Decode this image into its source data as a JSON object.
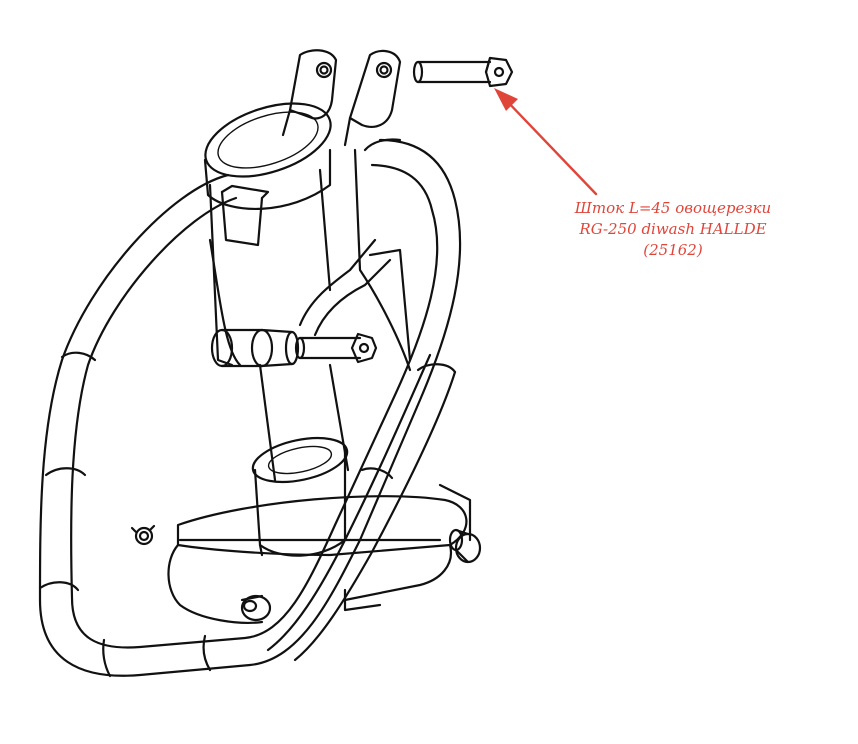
{
  "callout": {
    "line1": "Шток L=45 овощерезки",
    "line2": "RG-250 diwash HALLDE",
    "line3": "(25162)"
  },
  "colors": {
    "line": "#111111",
    "accent": "#e0453a",
    "background": "#ffffff"
  }
}
